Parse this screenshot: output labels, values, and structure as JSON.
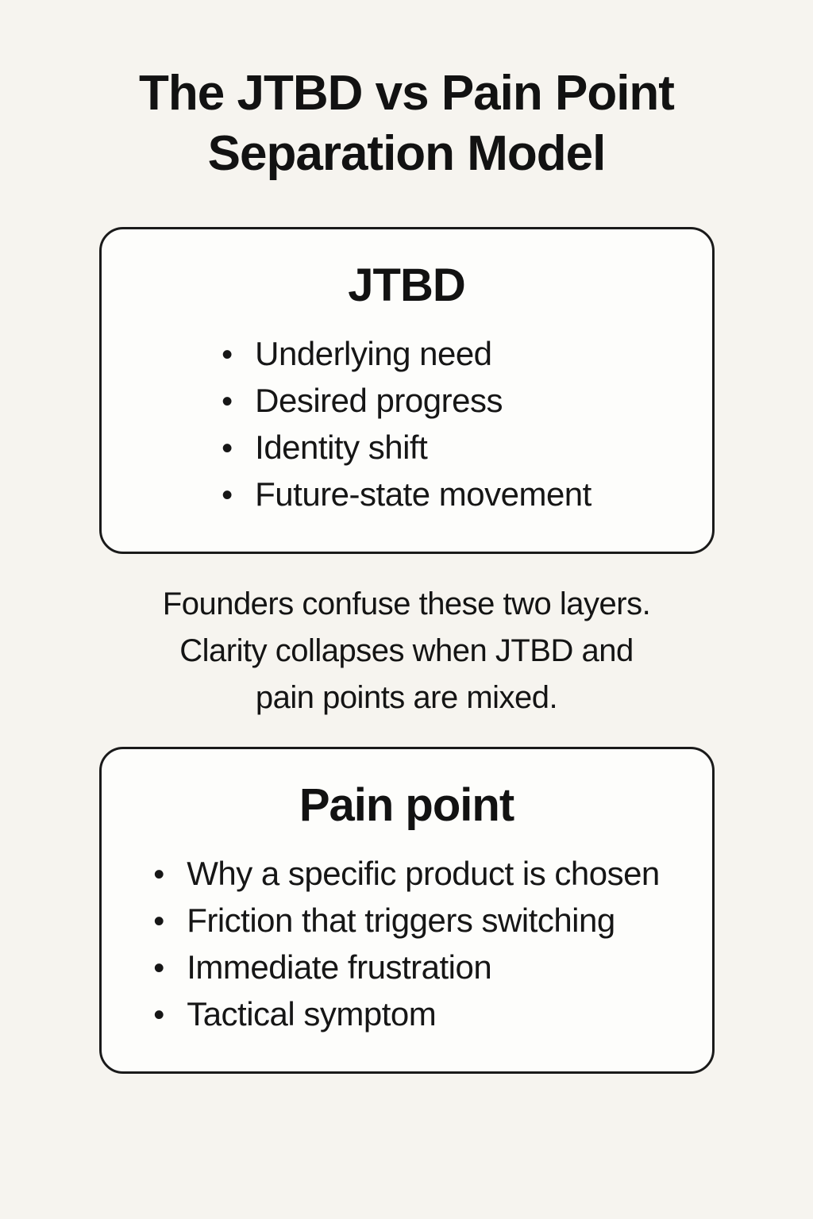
{
  "page": {
    "background_color": "#f6f4ef",
    "card_background_color": "#fdfdfb",
    "border_color": "#1a1a1a",
    "text_color": "#161616"
  },
  "title": {
    "lines": [
      "The JTBD vs Pain Point",
      "Separation Model"
    ]
  },
  "cards": [
    {
      "heading": "JTBD",
      "bullets": [
        "Underlying need",
        "Desired progress",
        "Identity shift",
        "Future-state movement"
      ]
    },
    {
      "heading": "Pain point",
      "bullets": [
        "Why a specific product is chosen",
        "Friction that triggers switching",
        "Immediate frustration",
        "Tactical symptom"
      ]
    }
  ],
  "note": {
    "lines": [
      "Founders confuse these two layers.",
      "Clarity collapses when JTBD and",
      "pain points are mixed."
    ]
  }
}
